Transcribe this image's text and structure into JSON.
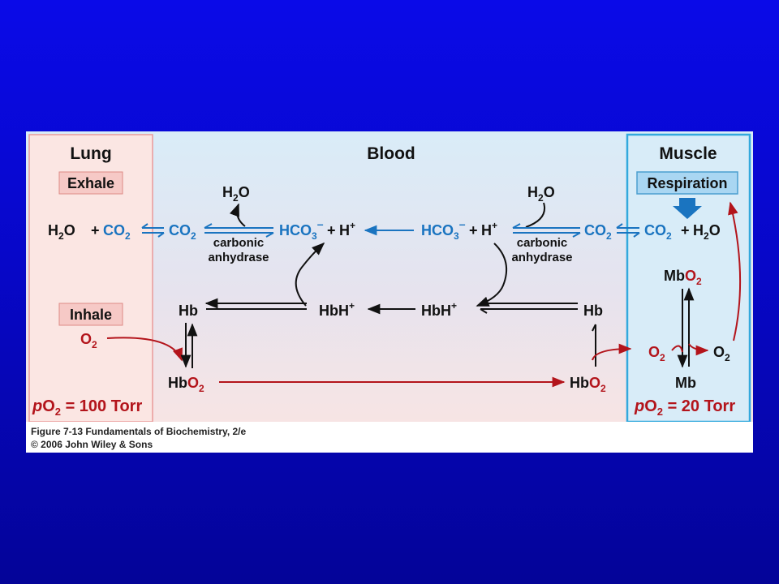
{
  "regions": {
    "lung": "Lung",
    "blood": "Blood",
    "muscle": "Muscle"
  },
  "boxes": {
    "exhale": "Exhale",
    "inhale": "Inhale",
    "respiration": "Respiration"
  },
  "species": {
    "h2o": "H2O",
    "co2": "CO2",
    "hco3": "HCO3",
    "hplus": "H+",
    "hb": "Hb",
    "hbh": "HbH+",
    "hbo2": "HbO2",
    "o2": "O2",
    "mb": "Mb",
    "mbo2": "MbO2",
    "plus": "+"
  },
  "enzyme": {
    "line1": "carbonic",
    "line2": "anhydrase"
  },
  "partial_pressure": {
    "lung": "pO2 = 100 Torr",
    "muscle": "pO2 = 20 Torr"
  },
  "caption": {
    "line1": "Figure 7-13 Fundamentals of Biochemistry, 2/e",
    "line2": "© 2006 John Wiley & Sons"
  },
  "colors": {
    "background_blue": "#0707c8",
    "lung_fill": "#fbe6e4",
    "blood_fill": "#dcecf7",
    "muscle_border": "#33a9dd",
    "co2_blue": "#1a74c0",
    "o2_red": "#b3141b"
  }
}
